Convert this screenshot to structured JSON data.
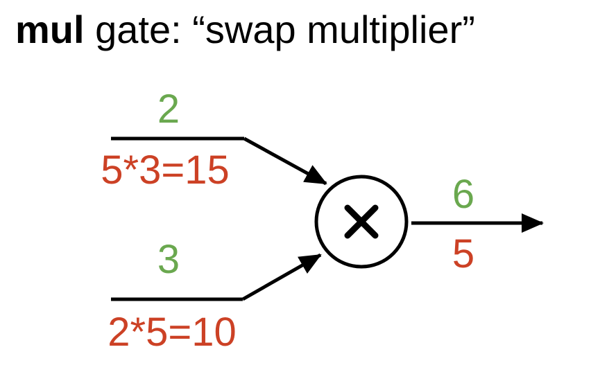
{
  "title": {
    "bold_part": "mul",
    "rest": " gate: “swap multiplier”"
  },
  "inputs": [
    {
      "forward": "2",
      "gradient": "5*3=15"
    },
    {
      "forward": "3",
      "gradient": "2*5=10"
    }
  ],
  "gate": {
    "symbol": "×",
    "operation": "multiply"
  },
  "output": {
    "forward": "6",
    "gradient": "5"
  },
  "colors": {
    "forward": "#6aa84f",
    "gradient": "#cc4125",
    "line": "#000000"
  },
  "icons": {
    "gate": "multiply-icon",
    "arrow": "arrowhead-icon"
  }
}
